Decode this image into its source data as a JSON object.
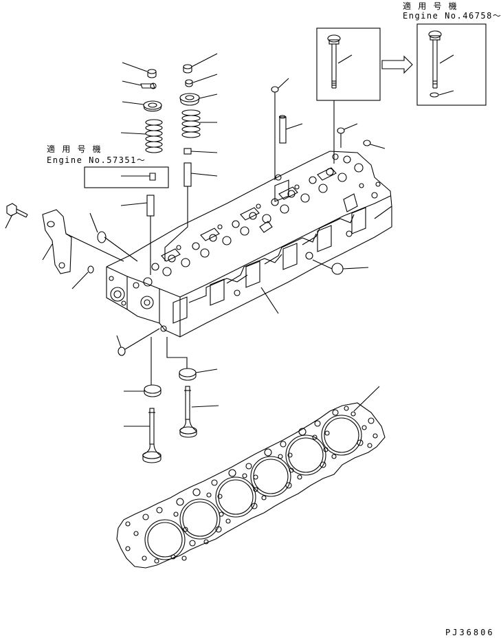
{
  "applicability_notes": {
    "upper_right": {
      "jp": "適 用 号 機",
      "engine": "Engine No.46758～"
    },
    "left": {
      "jp": "適 用 号 機",
      "engine": "Engine No.57351～"
    }
  },
  "drawing_code": "PJ36806"
}
